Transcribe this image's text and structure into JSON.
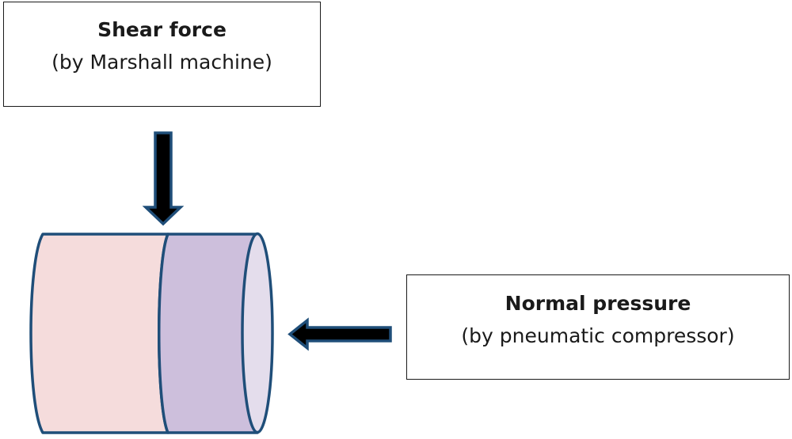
{
  "shear_box": {
    "title": "Shear force",
    "subtitle": "(by Marshall machine)"
  },
  "normal_box": {
    "title": "Normal pressure",
    "subtitle": "(by pneumatic compressor)"
  },
  "colors": {
    "outline": "#1f4e79",
    "arrow_fill": "#000000",
    "left_cylinder_fill": "#f5dcdc",
    "right_cylinder_fill": "#cdbfdc",
    "end_face_fill": "#e4ddec",
    "box_border": "#1a1a1a"
  },
  "icons": {
    "shear_arrow": "arrow-down-icon",
    "pressure_arrow": "arrow-left-icon"
  }
}
